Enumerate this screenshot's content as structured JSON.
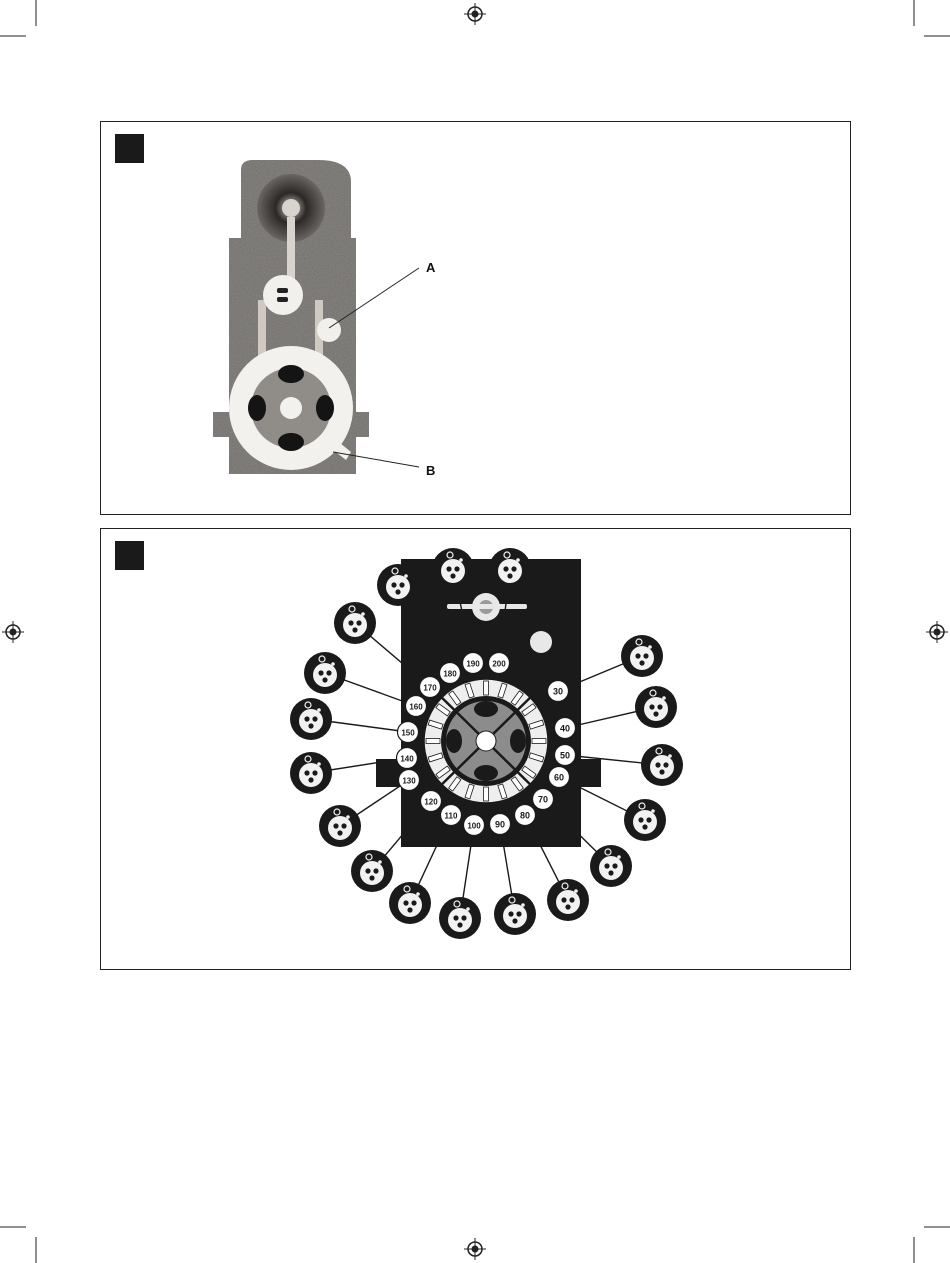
{
  "figure1": {
    "callouts": {
      "a": "A",
      "b": "B"
    }
  },
  "figure2": {
    "settings": [
      "30",
      "40",
      "50",
      "60",
      "70",
      "80",
      "90",
      "100",
      "110",
      "120",
      "130",
      "140",
      "150",
      "160",
      "170",
      "180",
      "190",
      "200"
    ]
  },
  "colors": {
    "ink": "#1a1a1a",
    "textured": "#6d6a66",
    "background": "#ffffff"
  },
  "icons": [
    "registration-mark-icon",
    "figure-badge-icon",
    "plug-connector-icon"
  ]
}
